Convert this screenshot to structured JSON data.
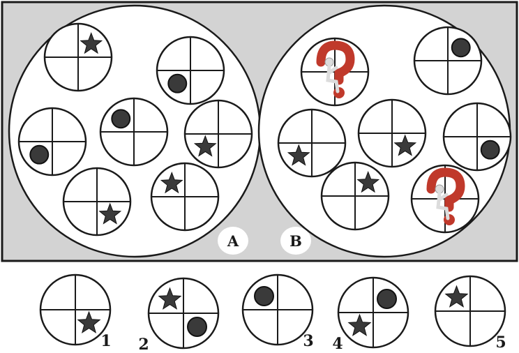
{
  "puzzle": {
    "colors": {
      "panel_bg": "#d3d3d3",
      "frame": "#1a1a1a",
      "symbol": "#3a3a3a",
      "qmark": "#c0392b",
      "figure": "#dcdcdc"
    },
    "panel_a": {
      "label": "A",
      "circles": [
        {
          "marks": [
            {
              "kind": "star",
              "quadrant": "top-right"
            }
          ]
        },
        {
          "marks": [
            {
              "kind": "dot",
              "quadrant": "bottom-left"
            }
          ]
        },
        {
          "marks": [
            {
              "kind": "dot",
              "quadrant": "bottom-left"
            }
          ]
        },
        {
          "marks": [
            {
              "kind": "dot",
              "quadrant": "top-left"
            }
          ]
        },
        {
          "marks": [
            {
              "kind": "star",
              "quadrant": "bottom-left"
            }
          ]
        },
        {
          "marks": [
            {
              "kind": "star",
              "quadrant": "bottom-right"
            }
          ]
        },
        {
          "marks": [
            {
              "kind": "star",
              "quadrant": "top-left"
            }
          ]
        }
      ]
    },
    "panel_b": {
      "label": "B",
      "circles": [
        {
          "unknown": true,
          "marks": []
        },
        {
          "marks": [
            {
              "kind": "dot",
              "quadrant": "top-right"
            }
          ]
        },
        {
          "marks": [
            {
              "kind": "star",
              "quadrant": "bottom-left"
            }
          ]
        },
        {
          "marks": [
            {
              "kind": "star",
              "quadrant": "bottom-right"
            }
          ]
        },
        {
          "marks": [
            {
              "kind": "dot",
              "quadrant": "bottom-right"
            }
          ]
        },
        {
          "marks": [
            {
              "kind": "star",
              "quadrant": "top-right"
            }
          ]
        },
        {
          "unknown": true,
          "marks": []
        }
      ]
    },
    "options": [
      {
        "label": "1",
        "marks": [
          {
            "kind": "star",
            "quadrant": "bottom-right"
          }
        ]
      },
      {
        "label": "2",
        "marks": [
          {
            "kind": "star",
            "quadrant": "top-left"
          },
          {
            "kind": "dot",
            "quadrant": "bottom-right"
          }
        ]
      },
      {
        "label": "3",
        "marks": [
          {
            "kind": "dot",
            "quadrant": "top-left"
          }
        ]
      },
      {
        "label": "4",
        "marks": [
          {
            "kind": "dot",
            "quadrant": "top-right"
          },
          {
            "kind": "star",
            "quadrant": "bottom-left"
          }
        ]
      },
      {
        "label": "5",
        "marks": [
          {
            "kind": "star",
            "quadrant": "top-left"
          }
        ]
      }
    ]
  }
}
